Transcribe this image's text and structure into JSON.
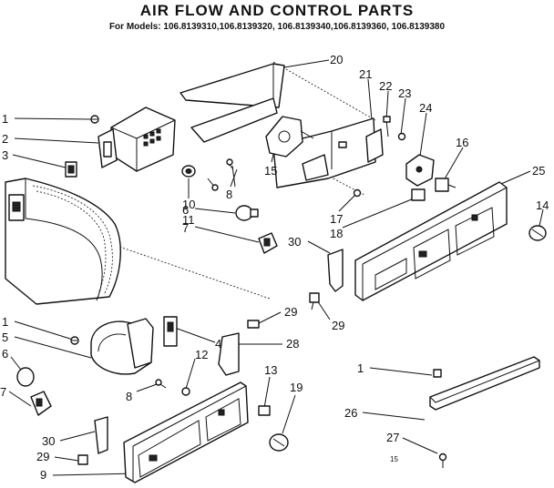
{
  "title": "AIR FLOW AND CONTROL PARTS",
  "subtitle": "For Models: 106.8139310,106.8139320, 106.8139340,106.8139360, 106.8139380",
  "page_code": "15",
  "callouts": {
    "c1a": "1",
    "c2": "2",
    "c3": "3",
    "c20": "20",
    "c21": "21",
    "c22": "22",
    "c23": "23",
    "c24": "24",
    "c16": "16",
    "c25": "25",
    "c14": "14",
    "c10": "10",
    "c11": "11",
    "c15": "15",
    "c8a": "8",
    "c17": "17",
    "c18": "18",
    "c6a": "6",
    "c7a": "7",
    "c30a": "30",
    "c29a": "29",
    "c29b": "29",
    "c1b": "1",
    "c5": "5",
    "c6b": "6",
    "c4": "4",
    "c12": "12",
    "c28": "28",
    "c7b": "7",
    "c8b": "8",
    "c13": "13",
    "c19": "19",
    "c30b": "30",
    "c29c": "29",
    "c9": "9",
    "c1c": "1",
    "c26": "26",
    "c27": "27"
  }
}
